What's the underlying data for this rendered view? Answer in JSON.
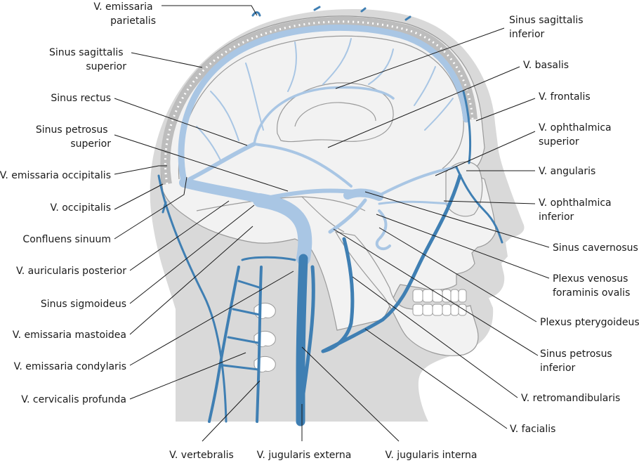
{
  "labels": {
    "v_emissaria_parietalis": [
      "V. emissaria",
      "parietalis"
    ],
    "sinus_sagittalis_superior": [
      "Sinus sagittalis",
      "superior"
    ],
    "sinus_rectus": [
      "Sinus rectus"
    ],
    "sinus_petrosus_superior": [
      "Sinus petrosus",
      "superior"
    ],
    "v_emissaria_occipitalis": [
      "V. emissaria occipitalis"
    ],
    "v_occipitalis": [
      "V. occipitalis"
    ],
    "confluens_sinuum": [
      "Confluens sinuum"
    ],
    "v_auricularis_posterior": [
      "V. auricularis posterior"
    ],
    "sinus_sigmoideus": [
      "Sinus sigmoideus"
    ],
    "v_emissaria_mastoidea": [
      "V. emissaria mastoidea"
    ],
    "v_emissaria_condylaris": [
      "V. emissaria condylaris"
    ],
    "v_cervicalis_profunda": [
      "V. cervicalis profunda"
    ],
    "v_vertebralis": [
      "V. vertebralis"
    ],
    "v_jugularis_externa": [
      "V. jugularis externa"
    ],
    "v_jugularis_interna": [
      "V. jugularis interna"
    ],
    "sinus_sagittalis_inferior": [
      "Sinus sagittalis",
      "inferior"
    ],
    "v_basalis": [
      "V. basalis"
    ],
    "v_frontalis": [
      "V. frontalis"
    ],
    "v_ophthalmica_superior": [
      "V. ophthalmica",
      "superior"
    ],
    "v_angularis": [
      "V. angularis"
    ],
    "v_ophthalmica_inferior": [
      "V. ophthalmica",
      "inferior"
    ],
    "sinus_cavernosus": [
      "Sinus cavernosus"
    ],
    "plexus_venosus_foraminis_ovalis": [
      "Plexus venosus",
      "foraminis ovalis"
    ],
    "plexus_pterygoideus": [
      "Plexus pterygoideus"
    ],
    "sinus_petrosus_inferior": [
      "Sinus petrosus",
      "inferior"
    ],
    "v_retromandibularis": [
      "V. retromandibularis"
    ],
    "v_facialis": [
      "V. facialis"
    ]
  },
  "colors": {
    "head_silhouette": "#d9d9d9",
    "skull_fill": "#f2f2f2",
    "sinus_light_blue": "#a9c6e4",
    "vein_dark_blue": "#3f7fb3",
    "leader_line": "#1a1a1a"
  }
}
